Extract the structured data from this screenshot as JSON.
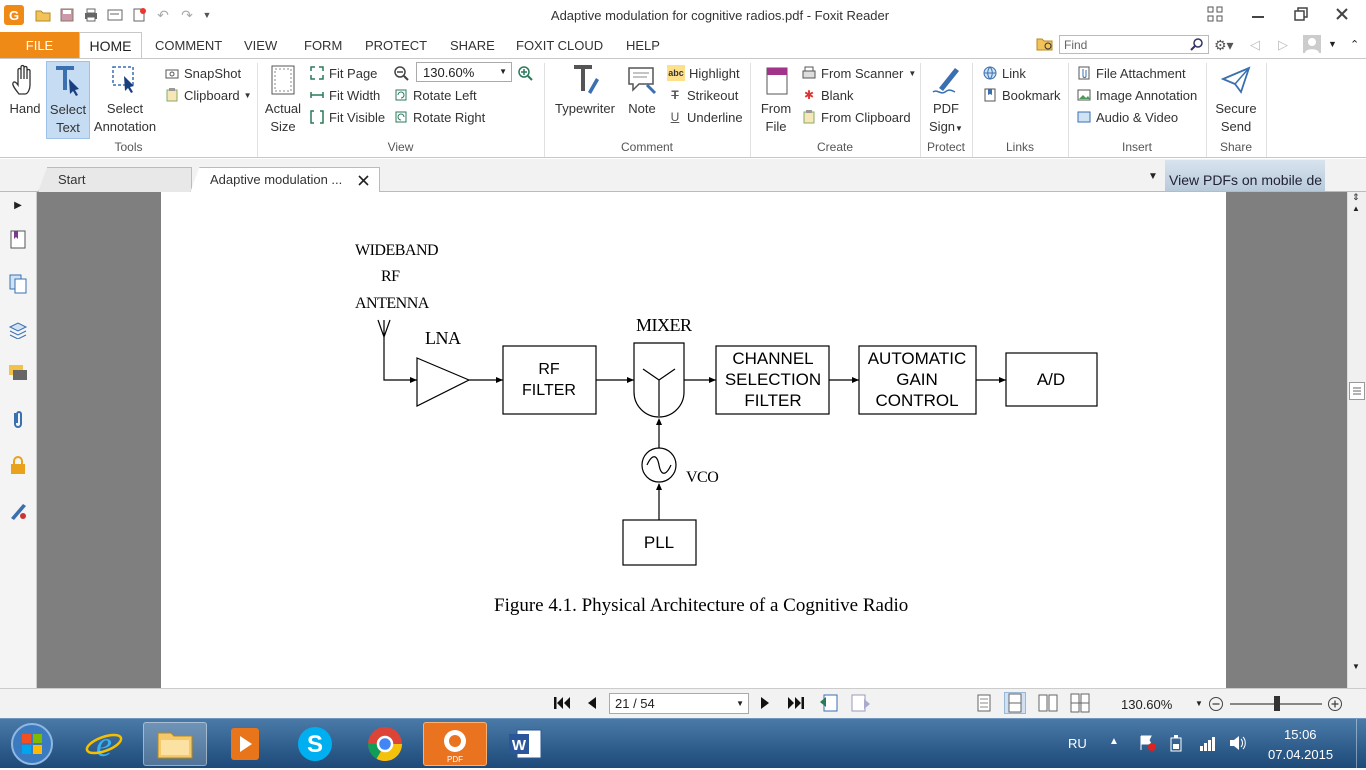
{
  "window": {
    "title": "Adaptive modulation for cognitive radios.pdf - Foxit Reader",
    "app_icon_letter": "G"
  },
  "menu": {
    "file": "FILE",
    "tabs": [
      "HOME",
      "COMMENT",
      "VIEW",
      "FORM",
      "PROTECT",
      "SHARE",
      "FOXIT CLOUD",
      "HELP"
    ],
    "find_placeholder": "Find"
  },
  "ribbon": {
    "tools": {
      "label": "Tools",
      "hand": "Hand",
      "select_text": [
        "Select",
        "Text"
      ],
      "select_annotation": [
        "Select",
        "Annotation"
      ],
      "snapshot": "SnapShot",
      "clipboard": "Clipboard"
    },
    "view": {
      "label": "View",
      "actual_size": [
        "Actual",
        "Size"
      ],
      "fit_page": "Fit Page",
      "fit_width": "Fit Width",
      "fit_visible": "Fit Visible",
      "zoom": "130.60%",
      "rotate_left": "Rotate Left",
      "rotate_right": "Rotate Right"
    },
    "comment": {
      "label": "Comment",
      "typewriter": "Typewriter",
      "note": "Note",
      "highlight": "Highlight",
      "strikeout": "Strikeout",
      "underline": "Underline"
    },
    "create": {
      "label": "Create",
      "from_file": [
        "From",
        "File"
      ],
      "from_scanner": "From Scanner",
      "blank": "Blank",
      "from_clipboard": "From Clipboard"
    },
    "protect": {
      "label": "Protect",
      "pdf_sign": [
        "PDF",
        "Sign"
      ]
    },
    "links": {
      "label": "Links",
      "link": "Link",
      "bookmark": "Bookmark"
    },
    "insert": {
      "label": "Insert",
      "file_attachment": "File Attachment",
      "image_annotation": "Image Annotation",
      "audio_video": "Audio & Video"
    },
    "share": {
      "label": "Share",
      "secure_send": [
        "Secure",
        "Send"
      ]
    }
  },
  "doc_tabs": {
    "start": "Start",
    "active": "Adaptive modulation ...",
    "mobile_ad": "View PDFs on mobile de"
  },
  "diagram": {
    "antenna_label": [
      "WIDEBAND",
      "RF",
      "ANTENNA"
    ],
    "lna": "LNA",
    "rf_filter": [
      "RF",
      "FILTER"
    ],
    "mixer": "MIXER",
    "channel_filter": [
      "CHANNEL",
      "SELECTION",
      "FILTER"
    ],
    "agc": [
      "AUTOMATIC",
      "GAIN",
      "CONTROL"
    ],
    "ad": "A/D",
    "vco": "VCO",
    "pll": "PLL",
    "caption": "Figure 4.1.  Physical Architecture of a Cognitive Radio"
  },
  "status": {
    "page": "21 / 54",
    "zoom": "130.60%"
  },
  "taskbar": {
    "lang": "RU",
    "time": "15:06",
    "date": "07.04.2015",
    "pdf_label": "PDF"
  },
  "colors": {
    "accent": "#f08a17",
    "taskbar": "#2a5a8a"
  }
}
